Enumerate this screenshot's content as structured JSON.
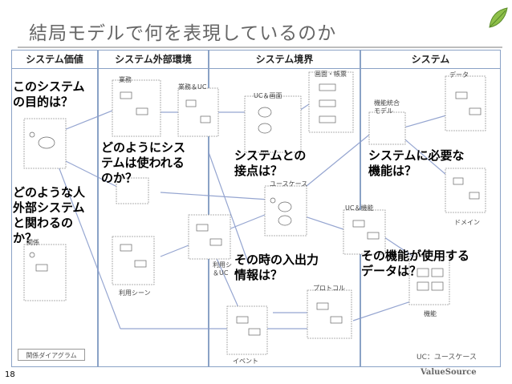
{
  "title": "結局モデルで何を表現しているのか",
  "columns": [
    "システム価値",
    "システム外部環境",
    "システム境界",
    "システム"
  ],
  "questions": [
    "このシステム\nの目的は？",
    "どのような人\n外部システム\nと関わるの\nか？",
    "どのようにシス\nテムは使われる\nのか？",
    "システムとの\n接点は？",
    "その時の入出力\n情報は？",
    "システムに必要な\n機能は？",
    "その機能が使用する\nデータは？"
  ],
  "diagram_labels": {
    "gyomu": "業務",
    "gyomu_uc": "業務＆UC",
    "uc_screen": "UC＆画面",
    "screen_form": "画面・帳票",
    "usecase": "ユースケース",
    "riyou_uc": "利用シ\n＆UC",
    "riyou_scene": "利用シーン",
    "protocol": "プロトコル",
    "event": "イベント",
    "uc_kinou": "UC＆機能",
    "kinou_tougou": "機能統合\nモデル",
    "data": "データ",
    "domain": "ドメイン",
    "kinou": "機能",
    "kankei": "関係"
  },
  "legend": "関係ダイアグラム",
  "uc_note": "UC：ユースケース",
  "page_number": "18",
  "footer_logo": "ValueSource"
}
